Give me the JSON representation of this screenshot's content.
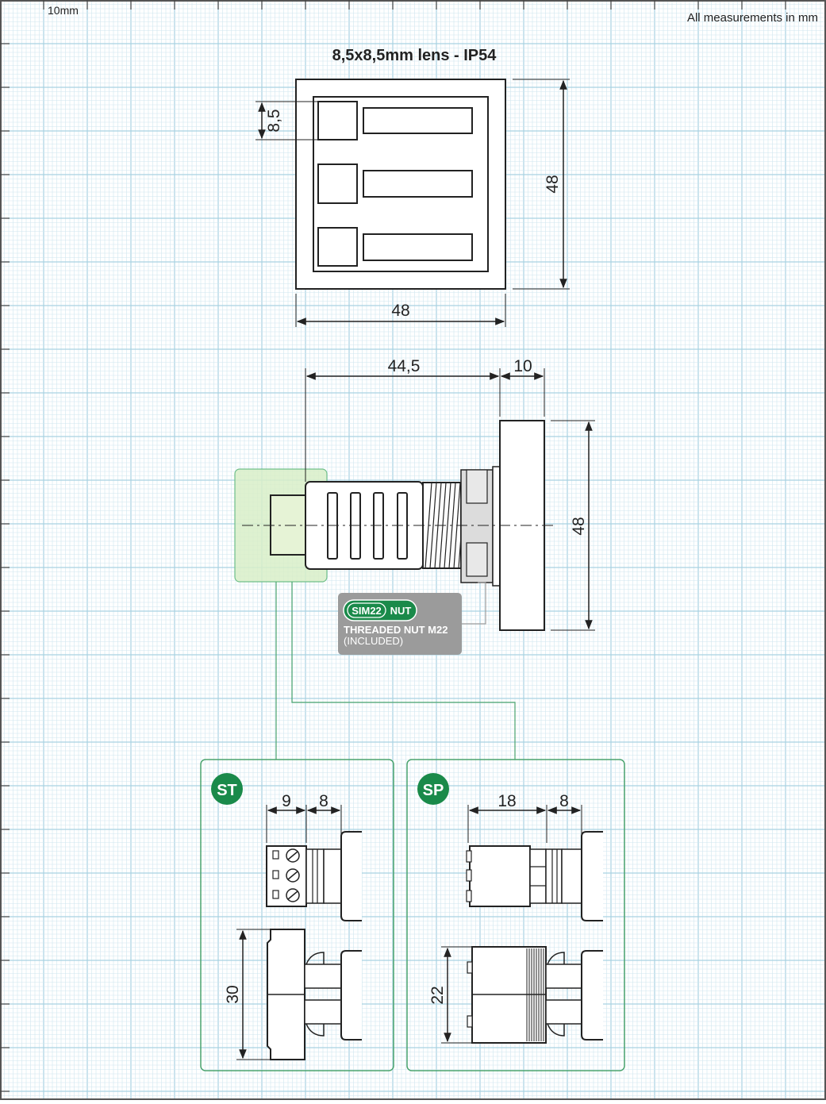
{
  "header": {
    "scale_label": "10mm",
    "units_note": "All measurements in mm"
  },
  "front_view": {
    "title": "8,5x8,5mm lens - IP54",
    "lens_dim": "8,5",
    "height_dim": "48",
    "width_dim": "48"
  },
  "side_view": {
    "depth_dim": "44,5",
    "bezel_dim": "10",
    "height_dim": "48"
  },
  "nut_badge": {
    "brand": "SIM22",
    "brand_suffix": "NUT",
    "line1": "THREADED NUT M22",
    "line2": "(INCLUDED)"
  },
  "variants": [
    {
      "code": "ST",
      "dim_a": "9",
      "dim_b": "8",
      "height_dim": "30"
    },
    {
      "code": "SP",
      "dim_a": "18",
      "dim_b": "8",
      "height_dim": "22"
    }
  ],
  "colors": {
    "grid_minor": "#cfe6ef",
    "grid_major": "#a9d2e2",
    "accent_green": "#1a8a4a",
    "line_green": "#4aa36e",
    "highlight_fill": "#d8eec8",
    "badge_gray": "#9b9b9b"
  }
}
